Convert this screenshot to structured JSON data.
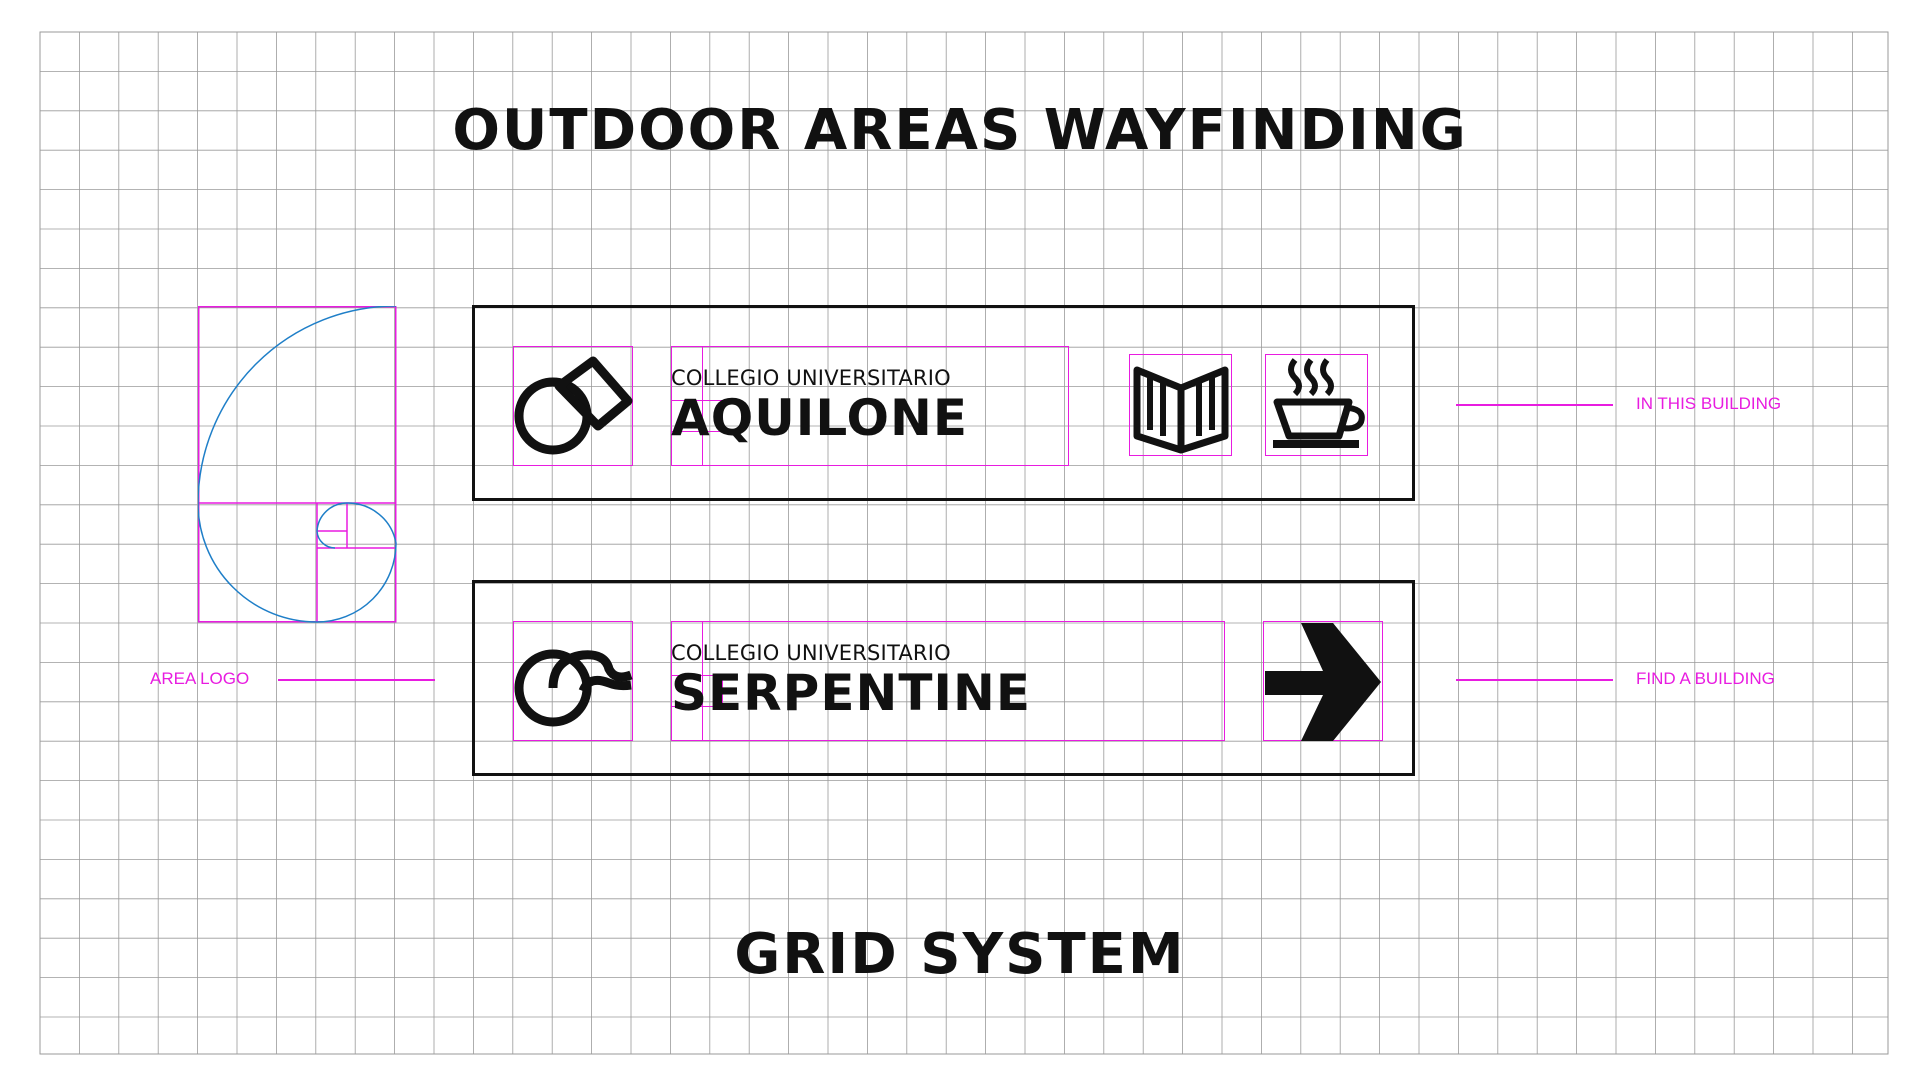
{
  "page": {
    "title": "OUTDOOR AREAS WAYFINDING",
    "footer_title": "GRID SYSTEM"
  },
  "signs": [
    {
      "subtitle": "COLLEGIO UNIVERSITARIO",
      "name": "AQUILONE",
      "area_icon": "kite-logo-icon",
      "pictograms": [
        "open-book-icon",
        "coffee-cup-icon"
      ]
    },
    {
      "subtitle": "COLLEGIO UNIVERSITARIO",
      "name": "SERPENTINE",
      "area_icon": "serpentine-logo-icon",
      "pictograms": [
        "arrow-right-icon"
      ]
    }
  ],
  "callouts": {
    "area_logo": "AREA LOGO",
    "in_this_building": "IN THIS BUILDING",
    "find_a_building": "FIND A BUILDING"
  },
  "colors": {
    "grid_line": "#9a9a9a",
    "guide": "#e81ce0",
    "spiral": "#1f7fc8",
    "ink": "#111111",
    "background": "#ffffff"
  }
}
